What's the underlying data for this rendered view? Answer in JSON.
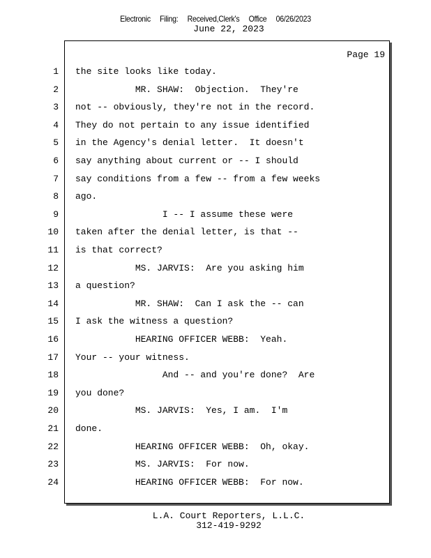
{
  "stamp": "Electronic Filing: Received,Clerk's Office 06/26/2023",
  "date": "June 22, 2023",
  "page_label": "Page 19",
  "lines": [
    {
      "n": "1",
      "t": "the site looks like today."
    },
    {
      "n": "2",
      "t": "           MR. SHAW:  Objection.  They're"
    },
    {
      "n": "3",
      "t": "not -- obviously, they're not in the record."
    },
    {
      "n": "4",
      "t": "They do not pertain to any issue identified"
    },
    {
      "n": "5",
      "t": "in the Agency's denial letter.  It doesn't"
    },
    {
      "n": "6",
      "t": "say anything about current or -- I should"
    },
    {
      "n": "7",
      "t": "say conditions from a few -- from a few weeks"
    },
    {
      "n": "8",
      "t": "ago."
    },
    {
      "n": "9",
      "t": "                I -- I assume these were"
    },
    {
      "n": "10",
      "t": "taken after the denial letter, is that --"
    },
    {
      "n": "11",
      "t": "is that correct?"
    },
    {
      "n": "12",
      "t": "           MS. JARVIS:  Are you asking him"
    },
    {
      "n": "13",
      "t": "a question?"
    },
    {
      "n": "14",
      "t": "           MR. SHAW:  Can I ask the -- can"
    },
    {
      "n": "15",
      "t": "I ask the witness a question?"
    },
    {
      "n": "16",
      "t": "           HEARING OFFICER WEBB:  Yeah."
    },
    {
      "n": "17",
      "t": "Your -- your witness."
    },
    {
      "n": "18",
      "t": "                And -- and you're done?  Are"
    },
    {
      "n": "19",
      "t": "you done?"
    },
    {
      "n": "20",
      "t": "           MS. JARVIS:  Yes, I am.  I'm"
    },
    {
      "n": "21",
      "t": "done."
    },
    {
      "n": "22",
      "t": "           HEARING OFFICER WEBB:  Oh, okay."
    },
    {
      "n": "23",
      "t": "           MS. JARVIS:  For now."
    },
    {
      "n": "24",
      "t": "           HEARING OFFICER WEBB:  For now."
    }
  ],
  "footer": {
    "company": "L.A. Court Reporters, L.L.C.",
    "phone": "312-419-9292"
  }
}
